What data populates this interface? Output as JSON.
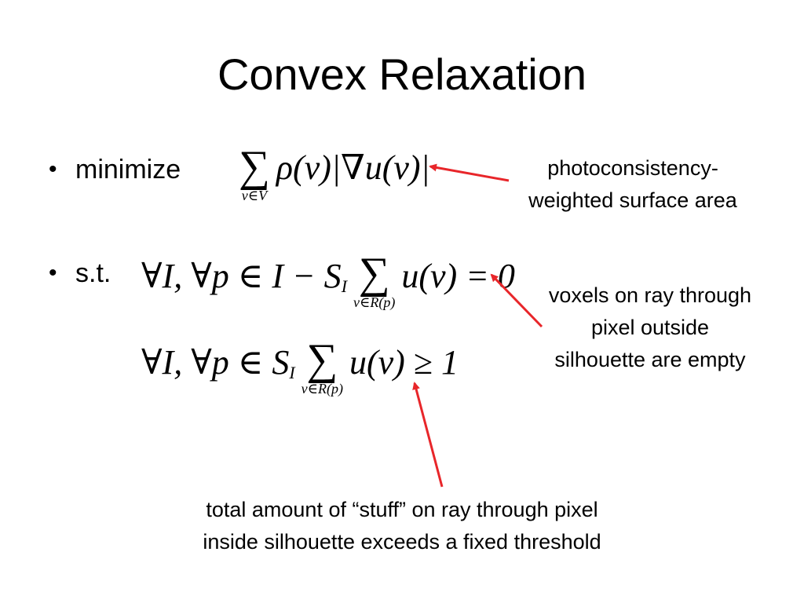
{
  "slide": {
    "title": "Convex Relaxation",
    "bullets": [
      {
        "glyph": "•",
        "label": "minimize"
      },
      {
        "glyph": "•",
        "label": "s.t."
      }
    ],
    "objective": {
      "sum_under": "v∈V",
      "term": "ρ(v)|∇u(v)|"
    },
    "constraint1": {
      "lhs": "∀I, ∀p ∈ I − S",
      "lhs_sub": "I",
      "sum_under": "v∈R(p)",
      "term": "u(v) = 0"
    },
    "constraint2": {
      "lhs": "∀I, ∀p ∈ S",
      "lhs_sub": "I",
      "sum_under": "v∈R(p)",
      "term": "u(v) ≥ 1"
    },
    "annotations": {
      "objective_note": [
        "photoconsistency-",
        "weighted surface area"
      ],
      "constraint1_note": [
        "voxels on ray through",
        "pixel outside",
        "silhouette are empty"
      ],
      "constraint2_note": [
        "total amount of “stuff” on ray through pixel",
        "inside silhouette exceeds a fixed threshold"
      ]
    },
    "colors": {
      "arrow": "#e8262a",
      "text": "#000000",
      "background": "#ffffff"
    }
  }
}
